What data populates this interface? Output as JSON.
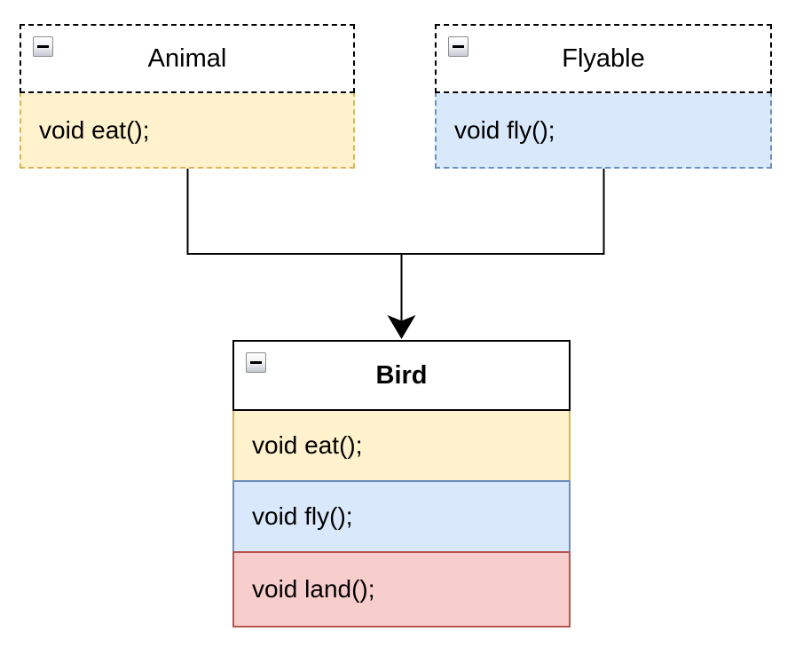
{
  "diagram": {
    "classes": [
      {
        "id": "animal",
        "name": "Animal",
        "shape_border": "dashed",
        "methods": [
          {
            "label": "void eat();",
            "fill": "#FFF2CC",
            "stroke": "#D6B656"
          }
        ]
      },
      {
        "id": "flyable",
        "name": "Flyable",
        "shape_border": "dashed",
        "methods": [
          {
            "label": "void fly();",
            "fill": "#DAE8FC",
            "stroke": "#6C8EBF"
          }
        ]
      },
      {
        "id": "bird",
        "name": "Bird",
        "shape_border": "solid",
        "methods": [
          {
            "label": "void eat();",
            "fill": "#FFF2CC",
            "stroke": "#D6B656"
          },
          {
            "label": "void fly();",
            "fill": "#DAE8FC",
            "stroke": "#6C8EBF"
          },
          {
            "label": "void land();",
            "fill": "#F8CECC",
            "stroke": "#B85450"
          }
        ]
      }
    ],
    "relations": [
      {
        "from": "Animal",
        "to": "Bird",
        "style": "solid-arrow"
      },
      {
        "from": "Flyable",
        "to": "Bird",
        "style": "solid-arrow"
      }
    ],
    "colors": {
      "connector": "#000000",
      "title_fill": "#FFFFFF",
      "title_stroke": "#000000"
    },
    "collapse_button": {
      "symbol": "minus"
    }
  }
}
